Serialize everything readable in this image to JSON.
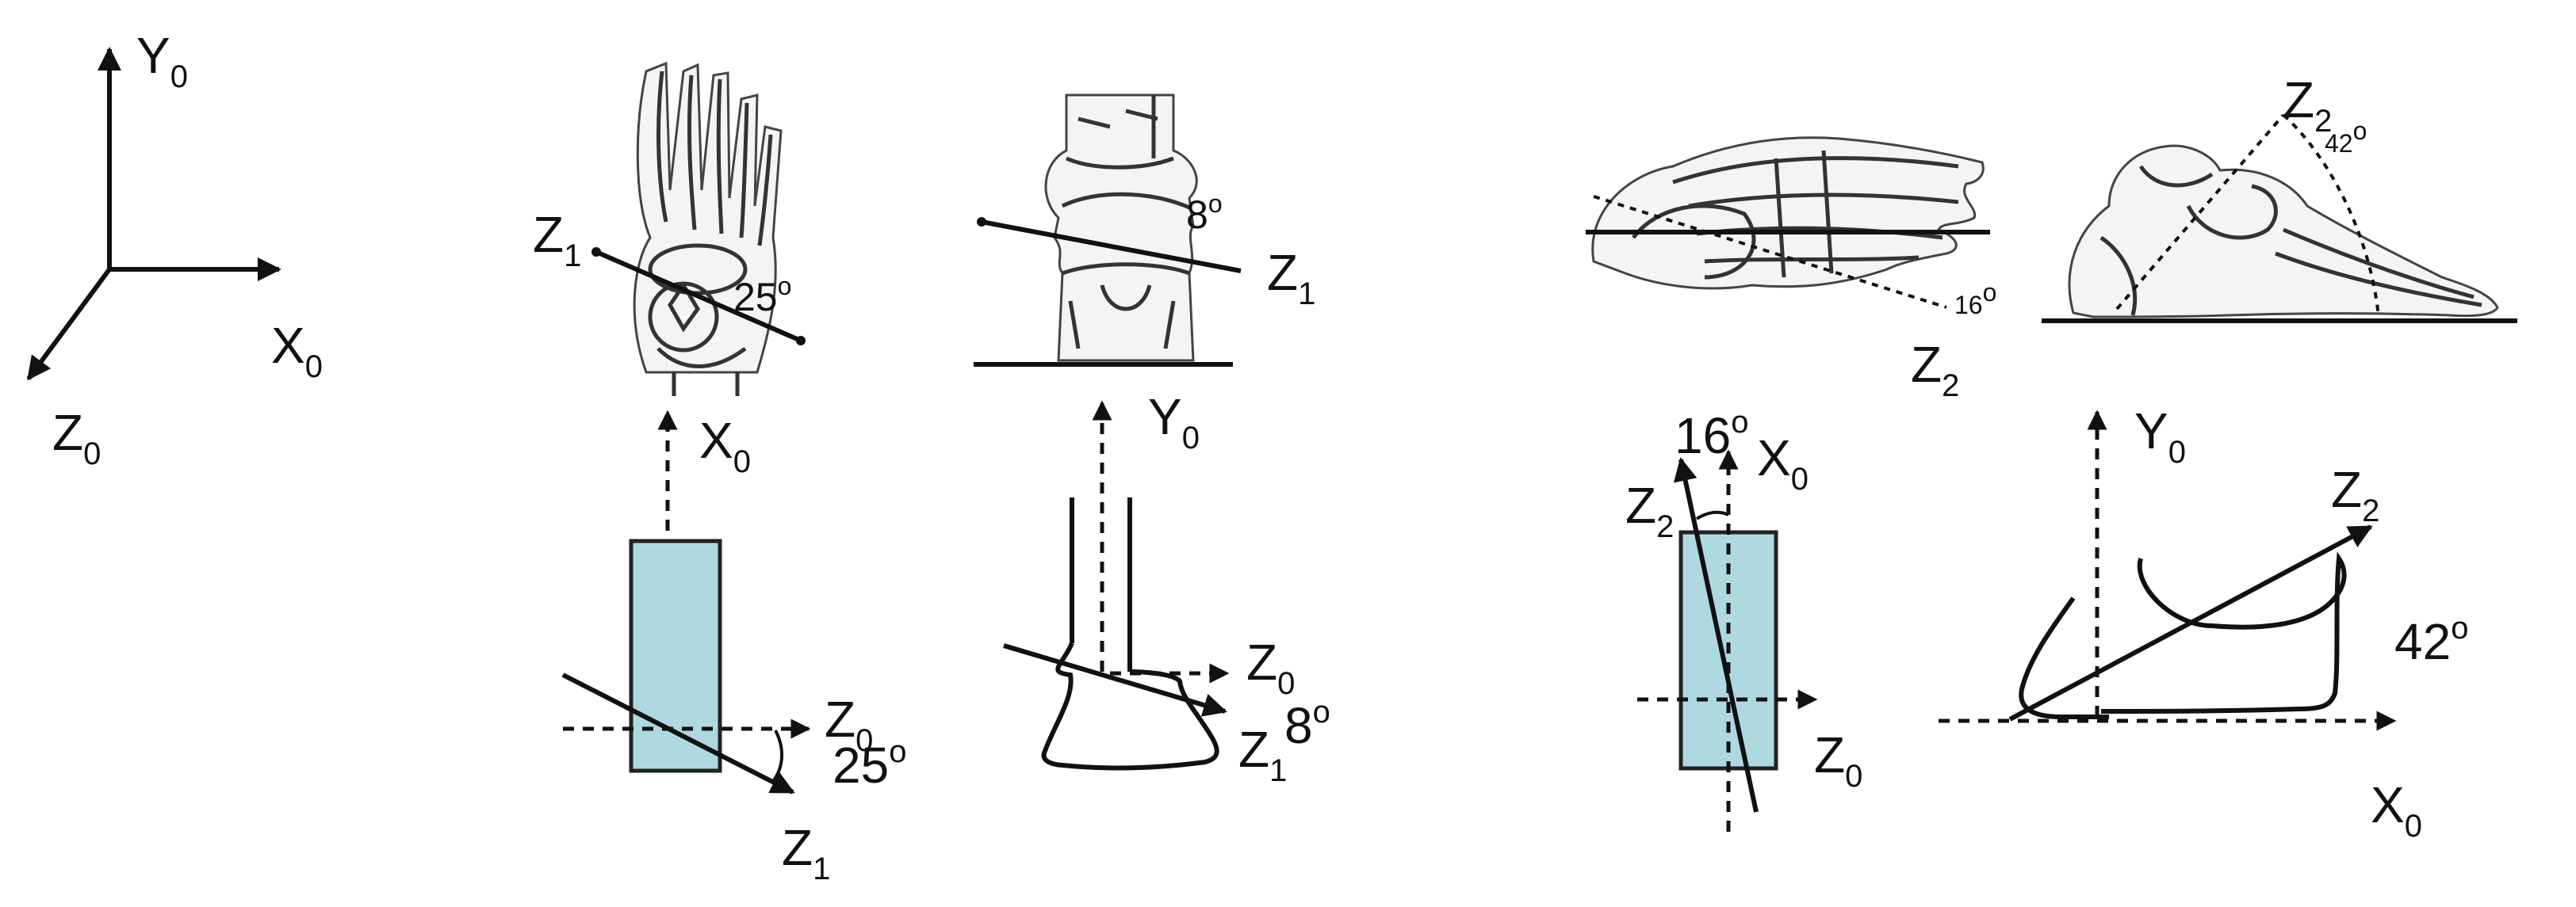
{
  "colors": {
    "ink": "#111111",
    "bone_fill": "#f4f4f4",
    "segment_fill": "#aed9e0",
    "background": "#ffffff"
  },
  "labels": {
    "Y": "Y",
    "X": "X",
    "Z": "Z",
    "sub0": "0",
    "sub1": "1",
    "sub2": "2"
  },
  "angles": {
    "a25": "25",
    "a8": "8",
    "a16": "16",
    "a42": "42",
    "deg": "o"
  }
}
